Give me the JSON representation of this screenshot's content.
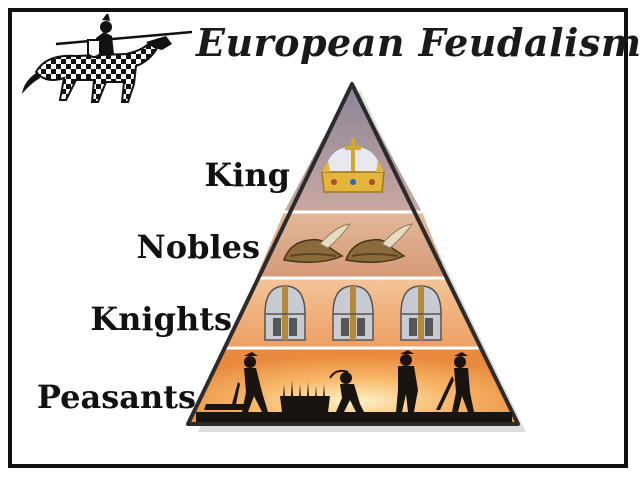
{
  "title": "European Feudalism",
  "tiers": [
    {
      "label": "King",
      "icon": "crown-icon",
      "count": 1
    },
    {
      "label": "Nobles",
      "icon": "feathered-hat-icon",
      "count": 2
    },
    {
      "label": "Knights",
      "icon": "knight-helmet-icon",
      "count": 3
    },
    {
      "label": "Peasants",
      "icon": "peasant-silhouettes-icon",
      "count": 4
    }
  ],
  "colors": {
    "frame": "#111111",
    "apex": "#9a8fa8",
    "tier_nobles": "#d9a986",
    "tier_knights": "#efb07a",
    "tier_base": "#f3a15a",
    "pyramid_edge": "#2b2b2b"
  },
  "logo": "jousting-knight-icon"
}
